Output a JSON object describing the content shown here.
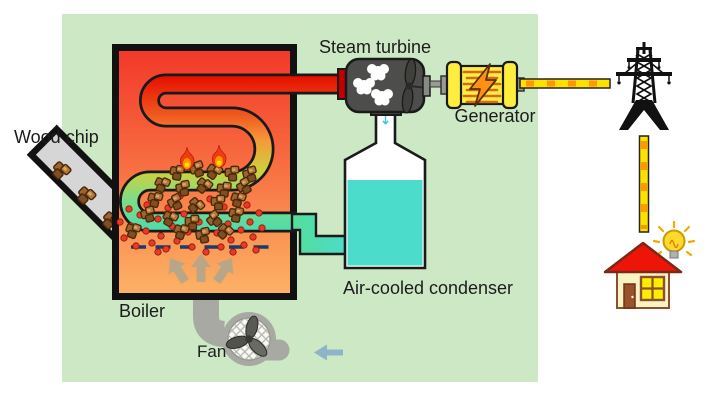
{
  "scene": {
    "type": "diagram",
    "subject": "Wood chip biomass power generation flow",
    "labels": {
      "wood_chip": "Wood chip",
      "steam_turbine": "Steam turbine",
      "generator": "Generator",
      "condenser": "Air-cooled condenser",
      "boiler": "Boiler",
      "fan": "Fan"
    },
    "icons": [
      "wood-chip-chute",
      "boiler",
      "serpentine-steam-pipe",
      "flame",
      "ember",
      "grate-dashed-line",
      "air-flow-arrows",
      "fan-blower",
      "air-intake-arrow",
      "steam-turbine",
      "generator",
      "power-wire",
      "transmission-tower",
      "house",
      "light-bulb",
      "air-cooled-condenser"
    ],
    "colors": {
      "panel_green": "#cde8c5",
      "boiler_hot_top": "#f2392a",
      "boiler_warm_bottom": "#fcb266",
      "pipe_steam_red": "#e60f00",
      "pipe_water_teal": "#4fdbab",
      "condenser_water": "#4cdccb",
      "turbine_gray": "#4d4d4b",
      "generator_yellow": "#ffee3e",
      "bolt_orange": "#ff9012",
      "wire_yellow": "#ffe100",
      "wire_dash_orange": "#ff9800",
      "house_roof_red": "#ee1408",
      "house_wall_cream": "#fbf2c4",
      "fan_gray": "#a9a9a4",
      "air_arrow_blue": "#8fb3c9",
      "flow_arrow_tan": "#b9a687",
      "grate_navy": "#1b3a6e",
      "ember_red": "#e8392b",
      "chip_brown": "#9a6530",
      "bulb_yellow": "#ffd92e"
    }
  }
}
